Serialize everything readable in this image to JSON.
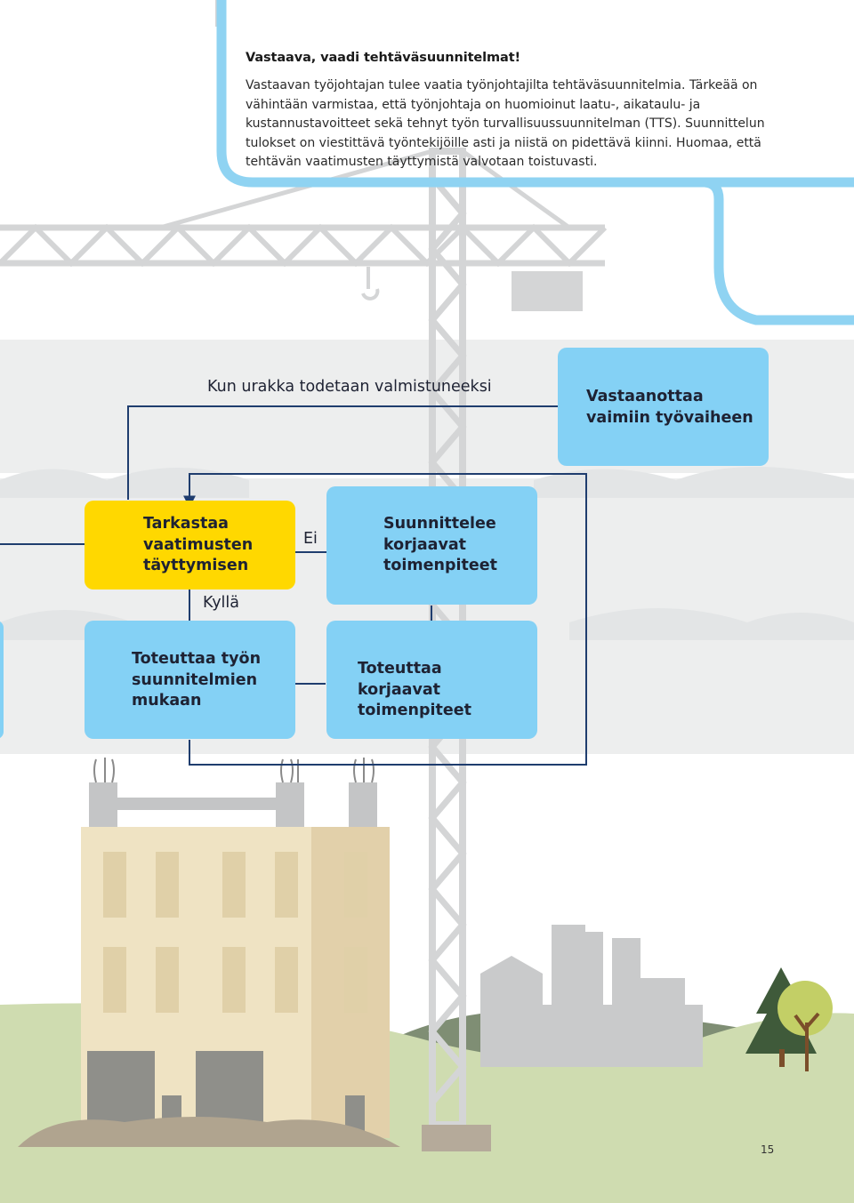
{
  "callout": {
    "title": "Vastaava, vaadi tehtäväsuunnitelmat!",
    "body": "Vastaavan työjohtajan tulee vaatia työnjohtajilta tehtäväsuunnitelmia. Tärkeää on vähintään varmistaa, että työnjohtaja on huomioinut laatu-, aikataulu- ja kustannustavoitteet sekä tehnyt työn turvallisuussuunnitelman (TTS). Suunnittelun tulokset on viestittävä työntekijöille asti ja niistä on pidettävä kiinni. Huomaa, että tehtävän vaatimusten täyttymistä valvotaan toistuvasti."
  },
  "flow": {
    "edge_completion_label": "Kun urakka todetaan valmistuneeksi",
    "edge_no_label": "Ei",
    "edge_yes_label": "Kyllä",
    "node_accept": "Vastaanottaa vaimiin työvaiheen",
    "node_check": "Tarkastaa vaatimusten täyttymisen",
    "node_plan_fix": "Suunnittelee korjaavat toimenpiteet",
    "node_execute": "Toteuttaa työn suunnitelmien mukaan",
    "node_do_fix": "Toteuttaa korjaavat toimenpiteet"
  },
  "colors": {
    "light_blue_box": "#84d1f5",
    "yellow_box": "#ffd800",
    "arrow": "#1f3d6e",
    "callout_border": "#8fd3f2",
    "crane": "#d4d5d6",
    "band": "#edeeee",
    "grass": "#cfdcb0",
    "building": "#efe3c3"
  },
  "page_number": "15"
}
